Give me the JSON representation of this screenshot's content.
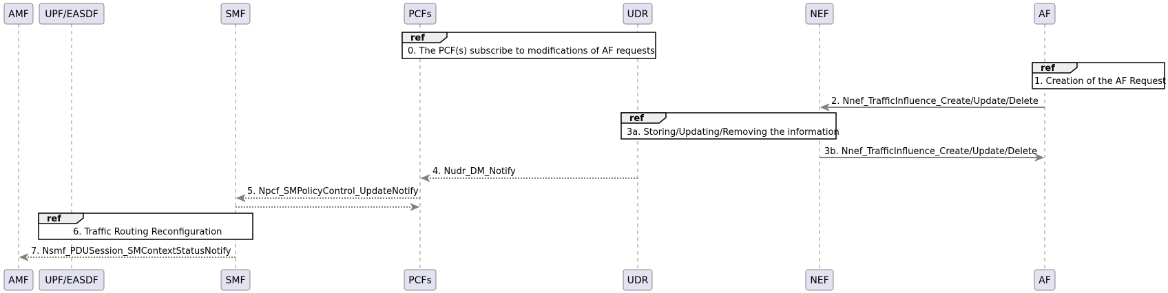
{
  "participants": [
    {
      "id": "amf",
      "label": "AMF"
    },
    {
      "id": "upf",
      "label": "UPF/EASDF"
    },
    {
      "id": "smf",
      "label": "SMF"
    },
    {
      "id": "pcf",
      "label": "PCFs"
    },
    {
      "id": "udr",
      "label": "UDR"
    },
    {
      "id": "nef",
      "label": "NEF"
    },
    {
      "id": "af",
      "label": "AF"
    }
  ],
  "refs": [
    {
      "keyword": "ref",
      "text": "0. The PCF(s) subscribe to modifications of AF requests"
    },
    {
      "keyword": "ref",
      "text": "1. Creation of the AF Request"
    },
    {
      "keyword": "ref",
      "text": "3a. Storing/Updating/Removing the information"
    },
    {
      "keyword": "ref",
      "text": "6. Traffic Routing Reconfiguration"
    }
  ],
  "messages": [
    {
      "from": "af",
      "to": "nef",
      "text": "2. Nnef_TrafficInfluence_Create/Update/Delete",
      "style": "solid"
    },
    {
      "from": "nef",
      "to": "af",
      "text": "3b. Nnef_TrafficInfluence_Create/Update/Delete",
      "style": "solid"
    },
    {
      "from": "udr",
      "to": "pcf",
      "text": "4. Nudr_DM_Notify",
      "style": "dashed"
    },
    {
      "from": "pcf",
      "to": "smf",
      "text": "5. Npcf_SMPolicyControl_UpdateNotify",
      "style": "dashed"
    },
    {
      "from": "smf",
      "to": "pcf",
      "text": "",
      "style": "dashed"
    },
    {
      "from": "smf",
      "to": "amf",
      "text": "7. Nsmf_PDUSession_SMContextStatusNotify",
      "style": "dashed"
    }
  ]
}
